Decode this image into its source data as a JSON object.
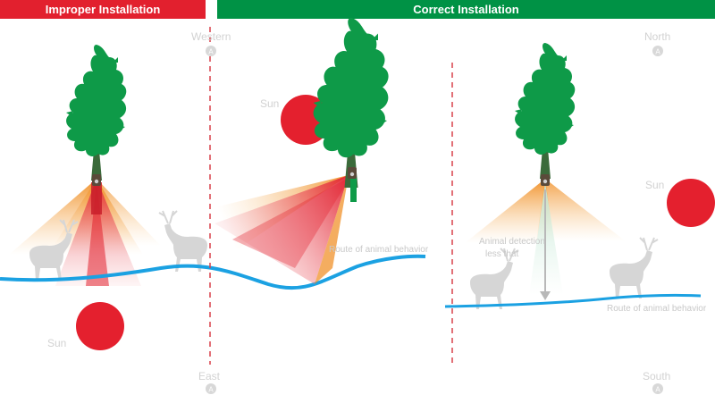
{
  "banners": {
    "improper": "Improper Installation",
    "correct": "Correct Installation"
  },
  "compass": {
    "western": "Western",
    "east": "East",
    "north": "North",
    "south": "South",
    "badge": "A"
  },
  "sun_labels": {
    "left": "Sun",
    "middle": "Sun",
    "right": "Sun"
  },
  "route_labels": {
    "middle": "Route of animal behavior",
    "right": "Route of animal behavior"
  },
  "detection_note": {
    "line1": "Animal detection",
    "line2": "less that"
  },
  "colors": {
    "red_banner": "#e2202e",
    "green_banner": "#009245",
    "tree": "#0e9a48",
    "sun": "#e4202e",
    "route_line": "#1ba1e2",
    "divider": "#d9414a"
  },
  "icons": [
    "tree-icon",
    "camera-icon",
    "sun-icon",
    "deer-icon",
    "compass-badge-icon"
  ]
}
